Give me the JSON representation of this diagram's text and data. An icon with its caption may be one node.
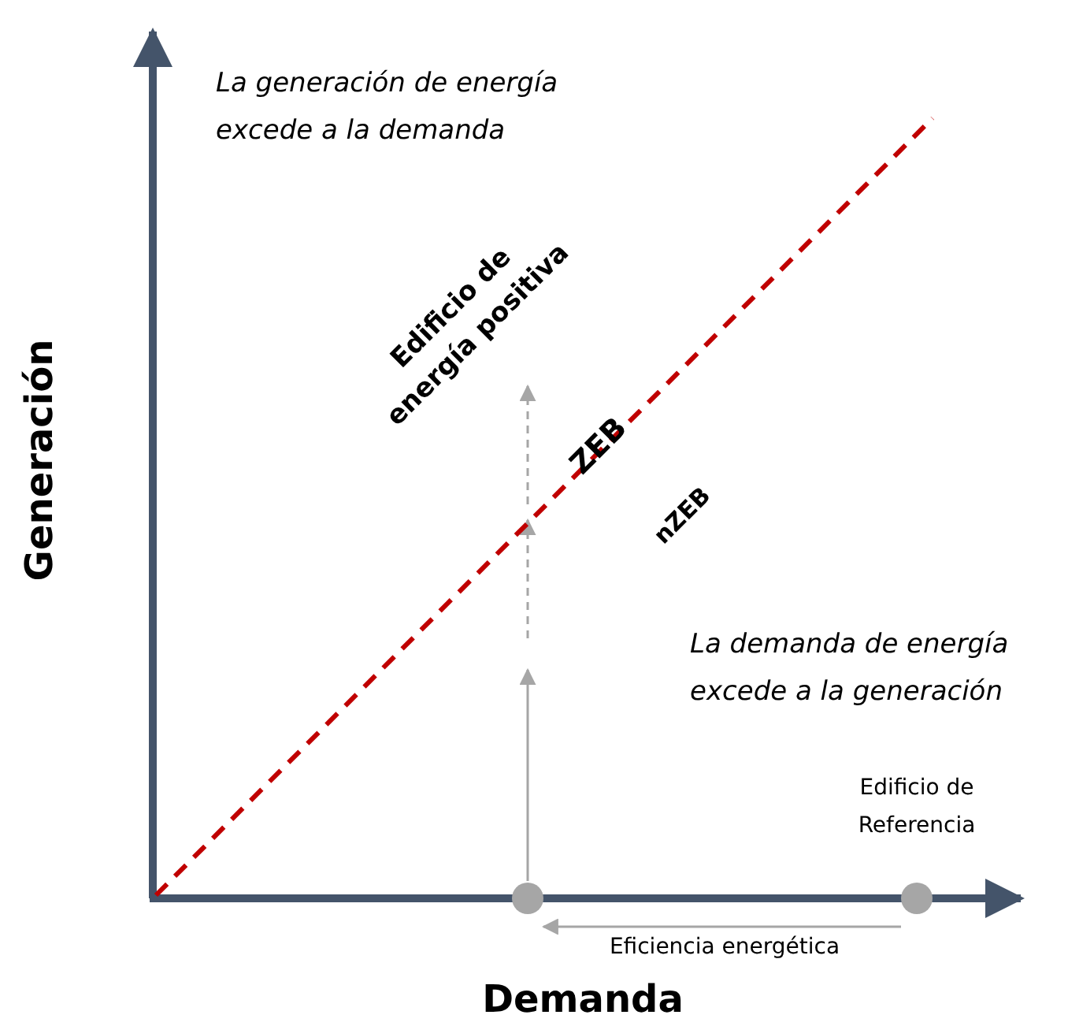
{
  "diagram": {
    "nodes": [
      {
        "text": [],
        "shape": "circle"
      },
      {
        "text": [],
        "shape": "circle",
        "beside": [
          "Edificio de Referencia"
        ]
      }
    ],
    "edges": [
      {
        "from": 1,
        "to": 0,
        "arrow": "to",
        "label": "Eficiencia energética"
      },
      {
        "from": 0,
        "to": null,
        "arrow": "to"
      }
    ],
    "labels": [
      "La generación de energía excede a la demanda",
      "Edificio de energía positiva",
      "ZEB",
      "nZEB",
      "La demanda de energía excede a la generación",
      "Generación",
      "Demanda"
    ]
  }
}
